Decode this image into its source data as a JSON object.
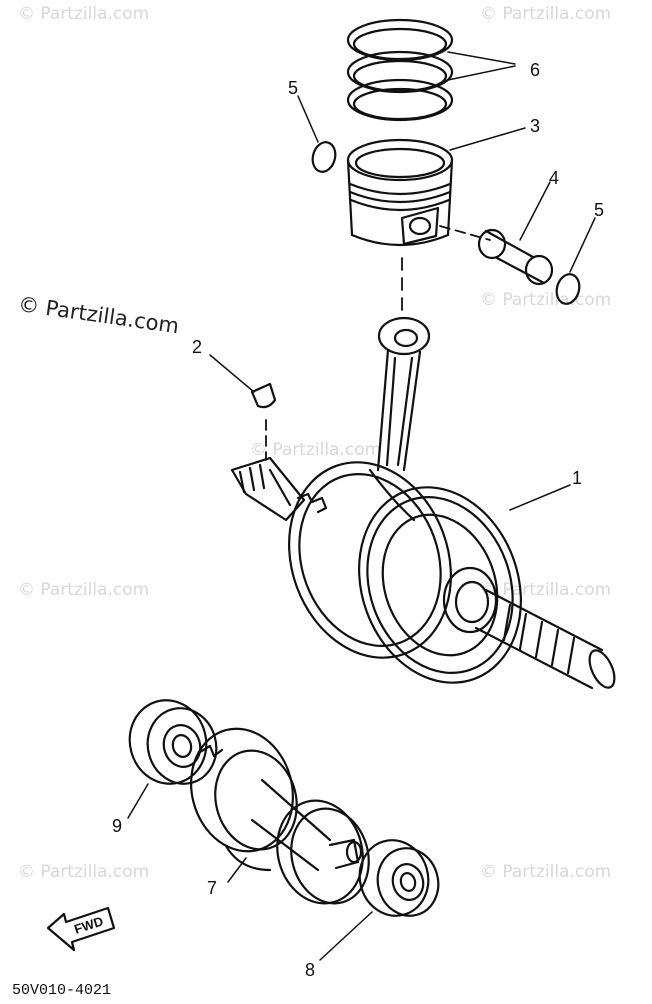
{
  "watermarks": [
    "© Partzilla.com",
    "© Partzilla.com",
    "© Partzilla.com",
    "© Partzilla.com",
    "© Partzilla.com",
    "© Partzilla.com",
    "© Partzilla.com",
    "© Partzilla.com"
  ],
  "watermark_main": "© Partzilla.com",
  "callouts": {
    "c1": "1",
    "c2": "2",
    "c3": "3",
    "c4": "4",
    "c5a": "5",
    "c5b": "5",
    "c6": "6",
    "c7": "7",
    "c8": "8",
    "c9": "9"
  },
  "fwd_label": "FWD",
  "drawing_code": "50V010-4021"
}
